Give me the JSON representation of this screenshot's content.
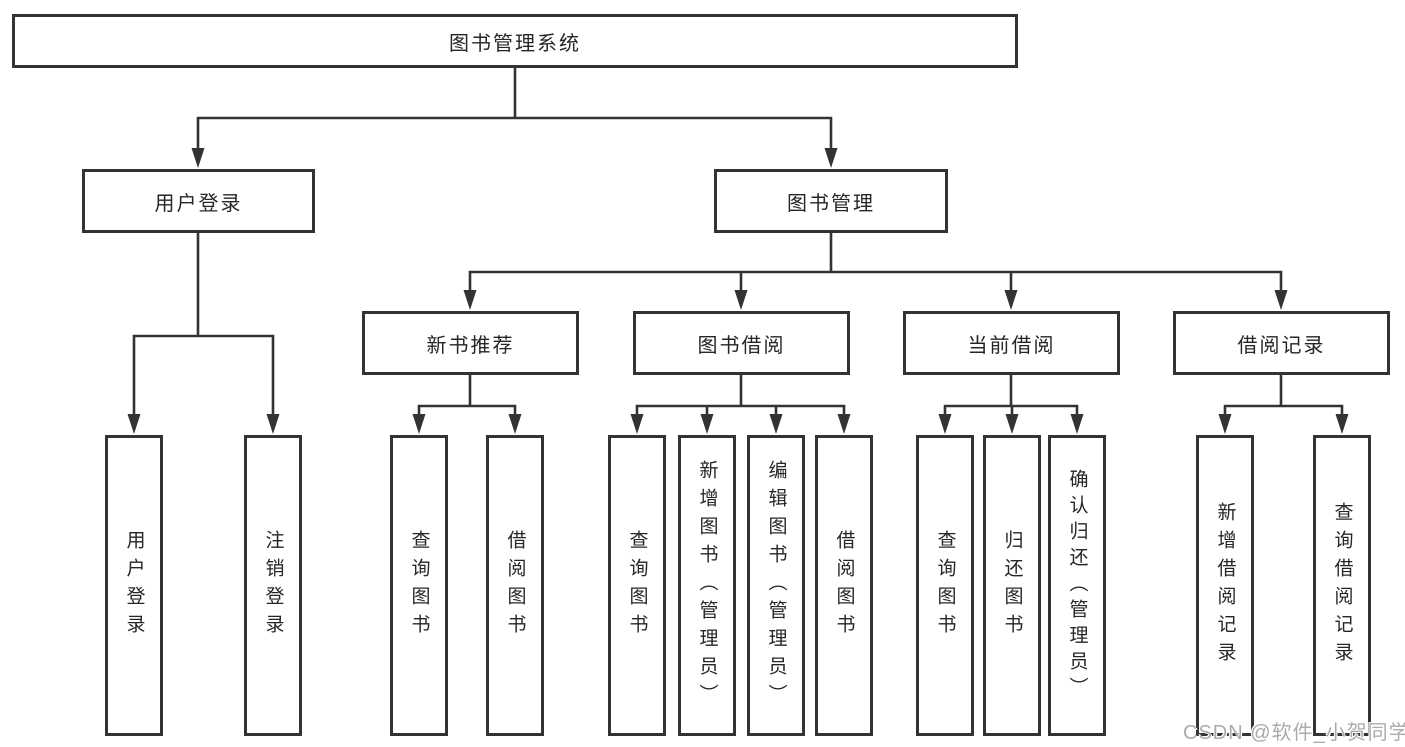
{
  "tree": {
    "root": {
      "label": "图书管理系统"
    },
    "branches": [
      {
        "label": "用户登录",
        "leaves": [
          "用户登录",
          "注销登录"
        ]
      },
      {
        "label": "图书管理"
      }
    ],
    "modules": [
      {
        "label": "新书推荐",
        "leaves": [
          "查询图书",
          "借阅图书"
        ]
      },
      {
        "label": "图书借阅",
        "leaves": [
          "查询图书",
          "新增图书（管理员）",
          "编辑图书（管理员）",
          "借阅图书"
        ]
      },
      {
        "label": "当前借阅",
        "leaves": [
          "查询图书",
          "归还图书",
          "确认归还（管理员）"
        ]
      },
      {
        "label": "借阅记录",
        "leaves": [
          "新增借阅记录",
          "查询借阅记录"
        ]
      }
    ]
  },
  "watermark": "CSDN @软件_小贺同学",
  "colors": {
    "line": "#333333",
    "text": "#262626",
    "box_background": "#ffffff",
    "watermark_text": "#ababab"
  }
}
